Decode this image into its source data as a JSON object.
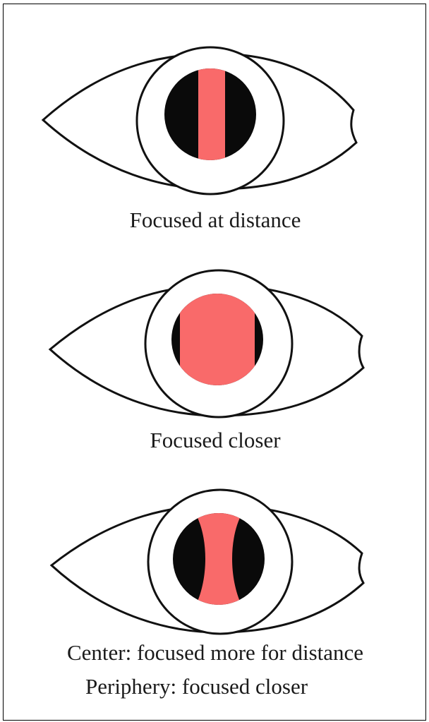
{
  "figure": {
    "colors": {
      "lens": "#f96a6a",
      "pupil_dark": "#0a0a0a",
      "outline": "#111111",
      "background": "#ffffff"
    },
    "panels": [
      {
        "caption": "Focused at distance",
        "pattern": "vertical-stripe"
      },
      {
        "caption": "Focused closer",
        "pattern": "wide-center"
      },
      {
        "caption_lines": [
          "Center: focused more for distance",
          "Periphery: focused closer"
        ],
        "pattern": "hourglass"
      }
    ]
  }
}
